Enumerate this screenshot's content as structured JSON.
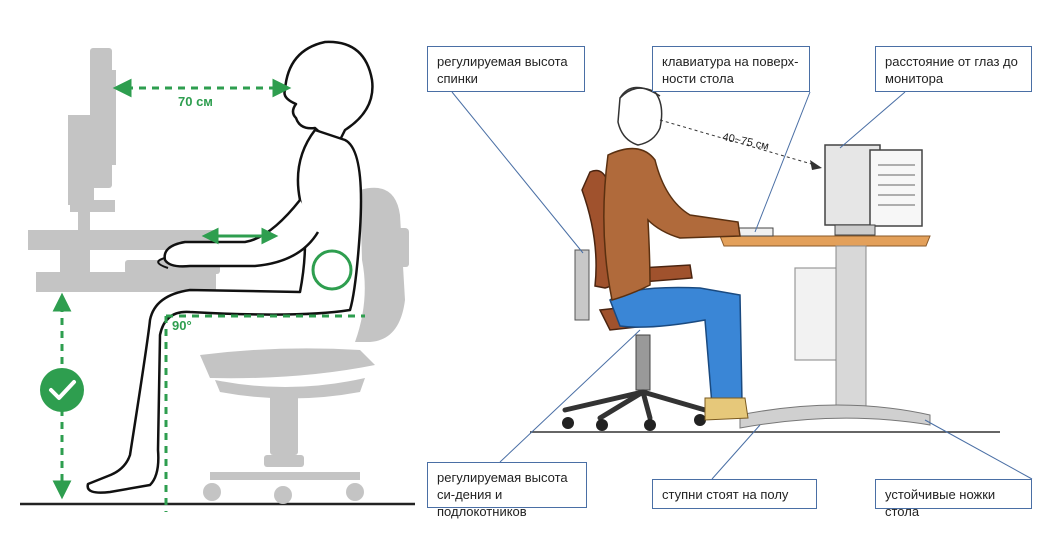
{
  "left_panel": {
    "distance_label": "70 см",
    "angle_label": "90°",
    "check_icon": "check-circle-icon",
    "accent_color": "#2e9e4f",
    "silhouette_color": "#c4c4c4"
  },
  "right_panel": {
    "distance_label": "40~75 см",
    "callouts": {
      "backrest": "регулируемая высота спинки",
      "keyboard": "клавиатура на поверх-ности стола",
      "eye_distance": "расстояние от глаз до монитора",
      "seat_height": "регулируемая высота си-дения и подлокотников",
      "feet": "ступни стоят на полу",
      "table_legs": "устойчивые ножки стола"
    },
    "callout_border_color": "#4a6fa5"
  }
}
